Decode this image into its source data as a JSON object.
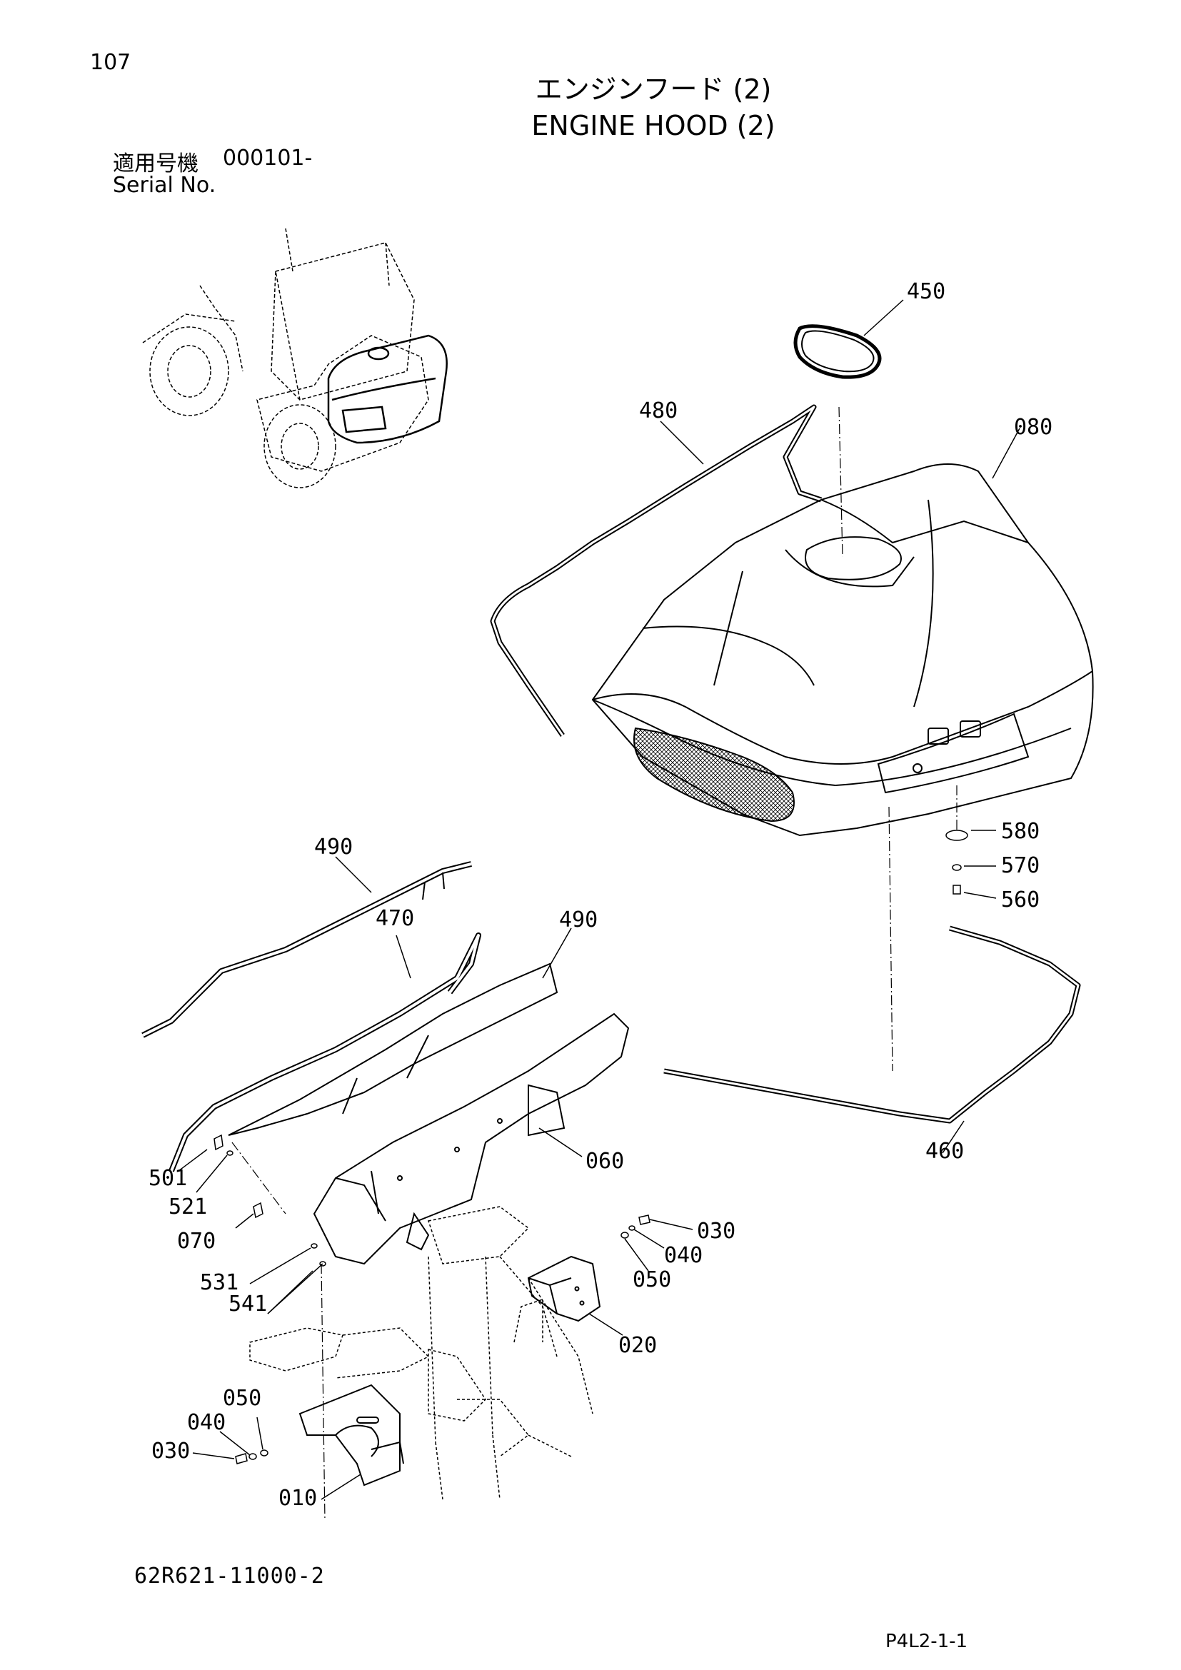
{
  "page_number": "107",
  "title_jp": "エンジンフード (2)",
  "title_en": "ENGINE HOOD (2)",
  "serial": {
    "label_jp": "適用号機",
    "value": "000101-",
    "label_en": "Serial No."
  },
  "drawing_number": "62R621-11000-2",
  "sheet_code": "P4L2-1-1",
  "callouts": {
    "c450": "450",
    "c480": "480",
    "c080": "080",
    "c490a": "490",
    "c470": "470",
    "c490b": "490",
    "c580": "580",
    "c570": "570",
    "c560": "560",
    "c460": "460",
    "c501": "501",
    "c521": "521",
    "c060": "060",
    "c070": "070",
    "c030a": "030",
    "c040a": "040",
    "c050a": "050",
    "c531": "531",
    "c541": "541",
    "c020": "020",
    "c050b": "050",
    "c040b": "040",
    "c030b": "030",
    "c010": "010"
  }
}
